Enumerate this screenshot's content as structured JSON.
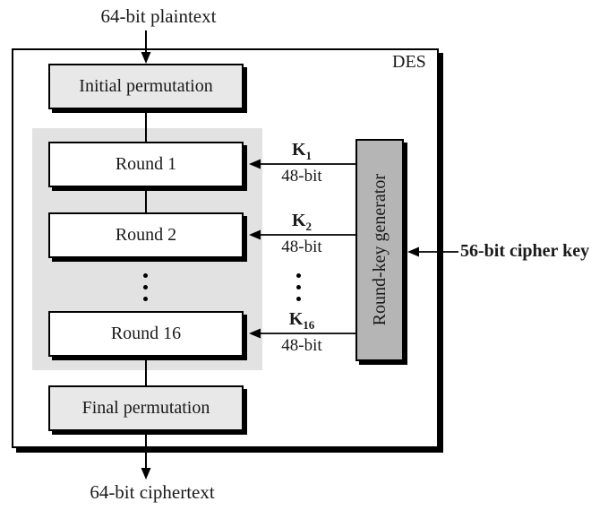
{
  "diagram": {
    "title": "DES",
    "plaintext_label": "64-bit plaintext",
    "ciphertext_label": "64-bit ciphertext",
    "cipher_key_label": "56-bit cipher key",
    "initial_permutation": "Initial permutation",
    "final_permutation": "Final permutation",
    "round_key_generator": "Round-key generator",
    "rounds": [
      {
        "label": "Round 1"
      },
      {
        "label": "Round 2"
      },
      {
        "label": "Round 16"
      }
    ],
    "keys": [
      {
        "name": "K",
        "sub": "1",
        "size": "48-bit"
      },
      {
        "name": "K",
        "sub": "2",
        "size": "48-bit"
      },
      {
        "name": "K",
        "sub": "16",
        "size": "48-bit"
      }
    ],
    "colors": {
      "permutation_fill": "#e8e8e8",
      "rounds_region_fill": "#e2e2e2",
      "round_fill": "#ffffff",
      "generator_fill": "#b5b5b5",
      "line": "#000000",
      "text": "#1a1a1a",
      "background": "#ffffff"
    }
  }
}
